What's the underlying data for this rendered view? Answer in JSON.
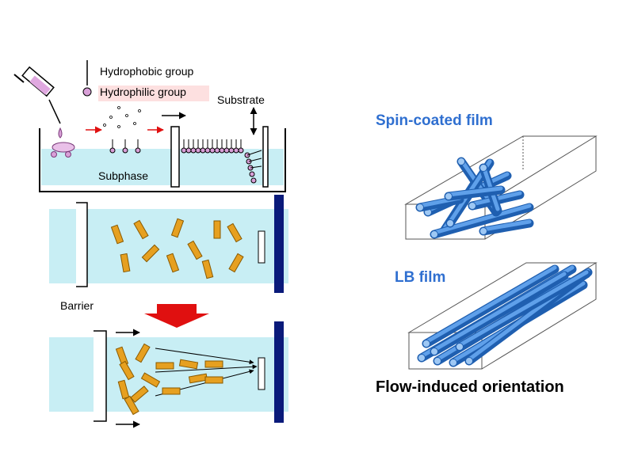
{
  "labels": {
    "hydrophobic": "Hydrophobic group",
    "hydrophilic": "Hydrophilic group",
    "substrate": "Substrate",
    "subphase": "Subphase",
    "barrier": "Barrier",
    "spin_coated": "Spin-coated film",
    "lb_film": "LB film",
    "flow_induced": "Flow-induced orientation"
  },
  "colors": {
    "water": "#c8eef4",
    "molecule_head": "#d9a0d8",
    "rod": "#e6a020",
    "rod_edge": "#8a5a00",
    "plate": "#0a1a7a",
    "arrow_red": "#e01010",
    "tube": "#2f7fd8",
    "title_blue": "#2f6fd0"
  }
}
